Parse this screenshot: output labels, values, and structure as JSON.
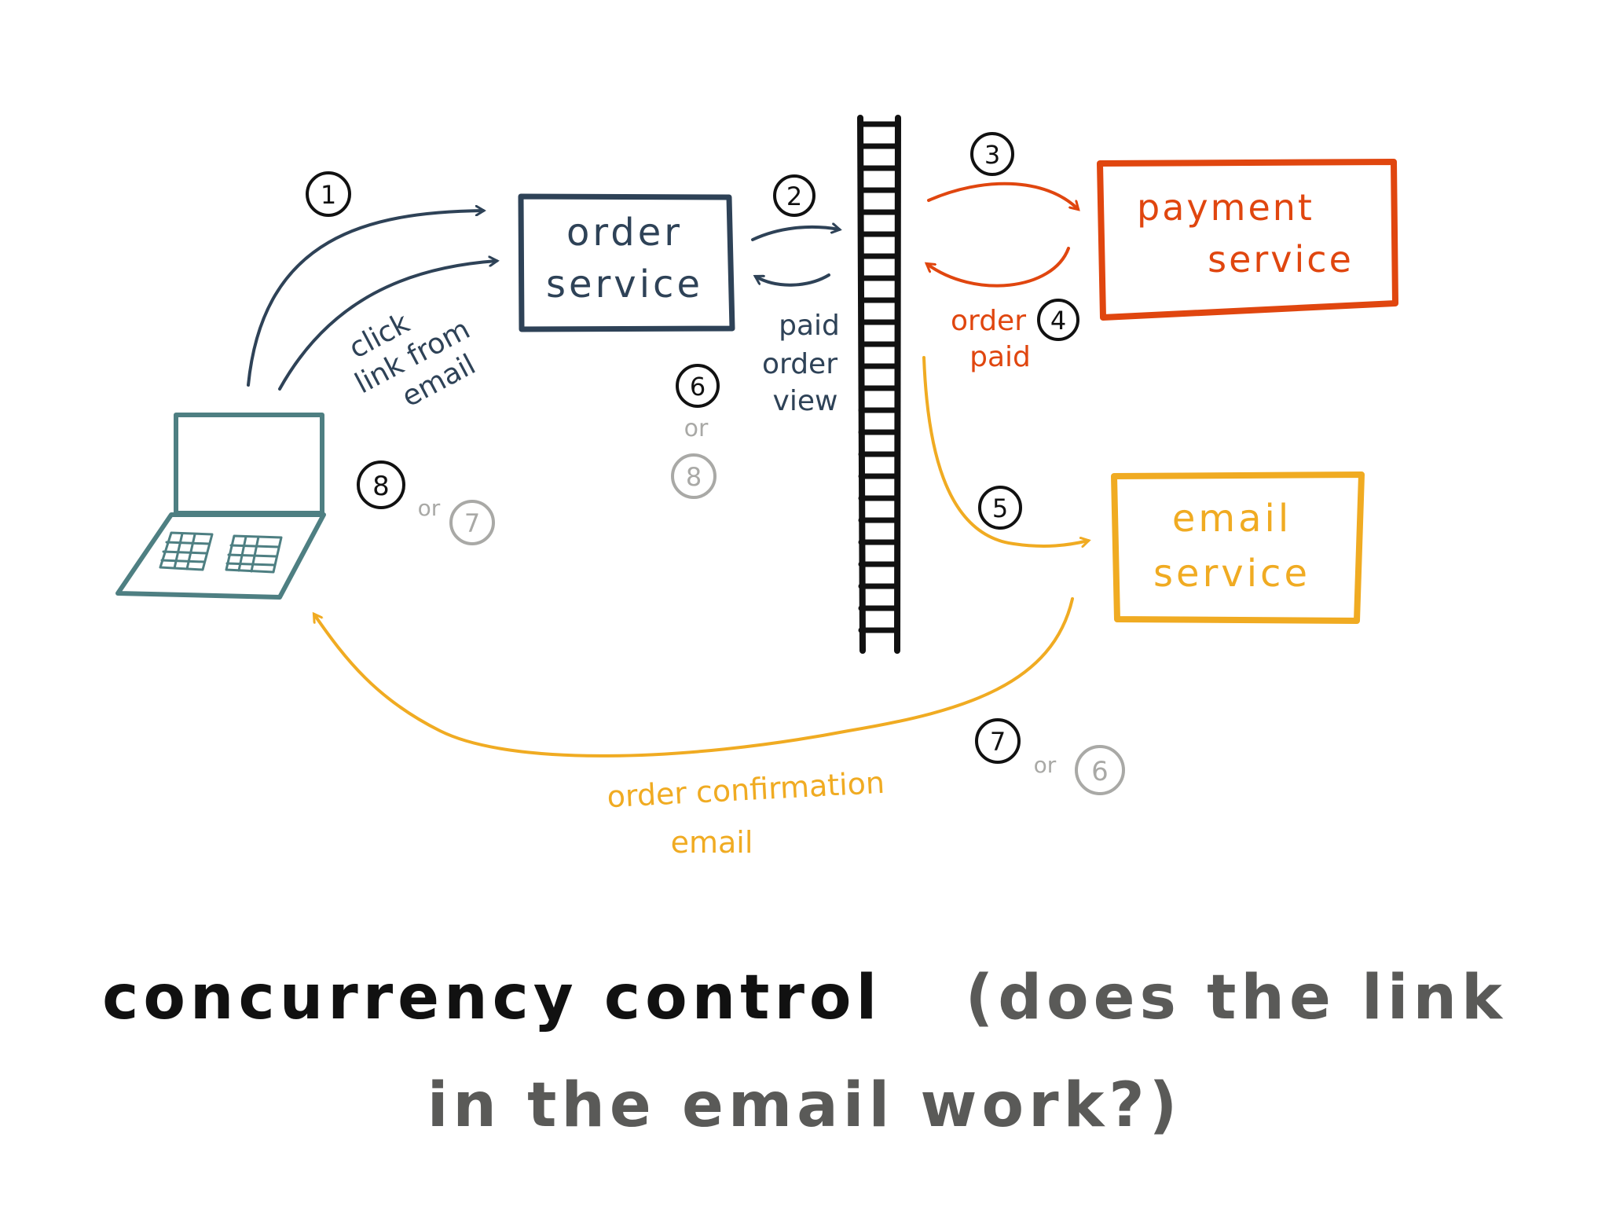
{
  "colors": {
    "navy": "#2e4257",
    "teal": "#4e7f82",
    "red_orange": "#e0460f",
    "amber": "#f0ab22",
    "black": "#111111",
    "gray": "#a9a9a6",
    "caption_gray": "#5a5a58"
  },
  "nodes": {
    "order_service": [
      "order",
      "service"
    ],
    "payment_service": [
      "payment",
      "service"
    ],
    "email_service": [
      "email",
      "service"
    ]
  },
  "steps": {
    "s1": "1",
    "s2": "2",
    "s3": "3",
    "s4": "4",
    "s5": "5",
    "s6": "6",
    "s7": "7",
    "s8": "8",
    "alt_8": "8",
    "alt_7": "7",
    "alt_6": "6",
    "or": "or"
  },
  "labels": {
    "click_link": [
      "click",
      "link from",
      "email"
    ],
    "paid_order_view": [
      "paid",
      "order",
      "view"
    ],
    "order_paid": [
      "order",
      "paid"
    ],
    "order_confirmation": "order   confirmation",
    "email_word": "email"
  },
  "icons": {
    "laptop": "laptop-icon",
    "message_queue": "message-queue-icon"
  },
  "caption": {
    "main": "concurrency  control",
    "question_part1": "(does  the  link",
    "question_part2": "in  the  email  work?)"
  }
}
